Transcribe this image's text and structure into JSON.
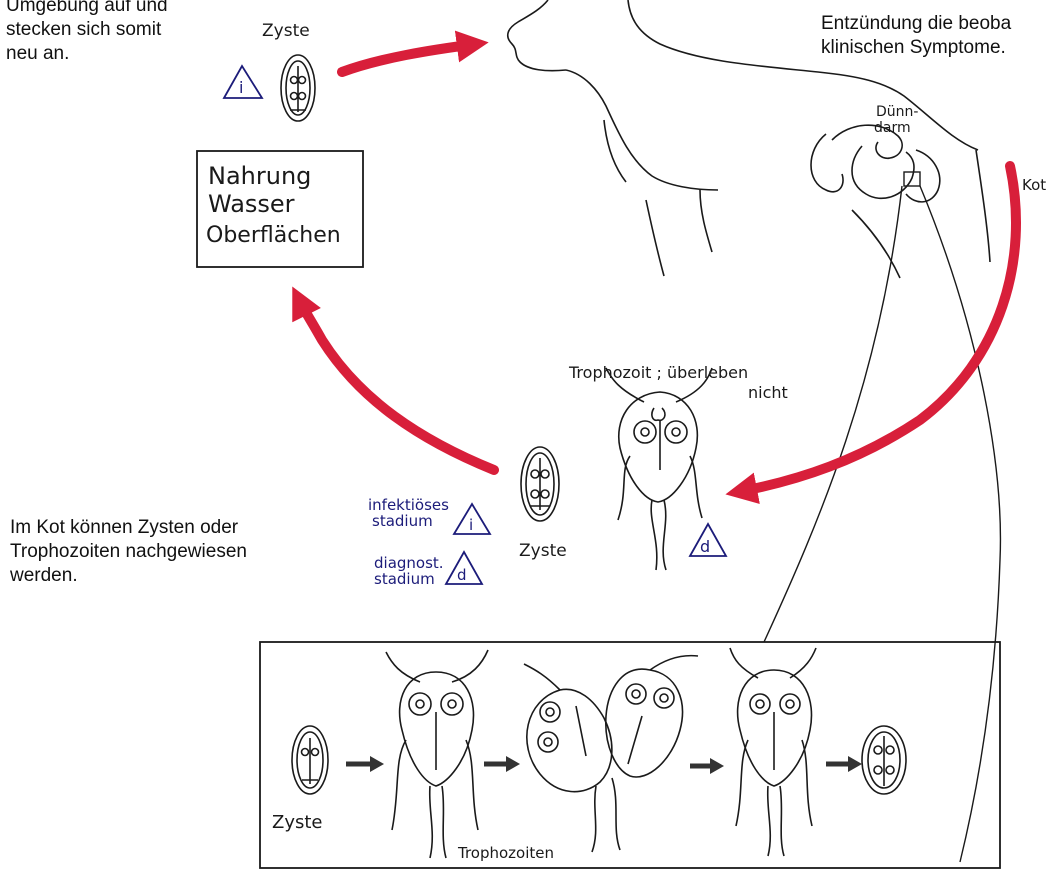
{
  "notes": {
    "top_left": "Umgebung auf und\nstecken sich somit\nneu an.",
    "top_right": "Entzündung die beoba\nklinischen Symptome.",
    "bottom_left": "Im Kot können Zysten oder\nTrophozoiten nachgewiesen\nwerden."
  },
  "labels": {
    "zyste_top": "Zyste",
    "food_box": [
      "Nahrung",
      "Wasser",
      "Oberflächen"
    ],
    "duenndarm": [
      "Dünn-",
      "darm"
    ],
    "kot": "Kot",
    "trophozoit": [
      "Trophozoit ; überleben",
      "nicht"
    ],
    "zyste_mid": "Zyste",
    "legend_infectious": [
      "infektiöses",
      "stadium"
    ],
    "legend_diagnostic": [
      "diagnost.",
      "stadium"
    ],
    "zyste_bottom": "Zyste",
    "trophozoiten": "Trophozoiten",
    "icon_i": "i",
    "icon_d": "d"
  },
  "colors": {
    "arrow_red": "#d81f3a",
    "ink": "#1a1a1a",
    "ink_blue": "#1c1c7a"
  }
}
